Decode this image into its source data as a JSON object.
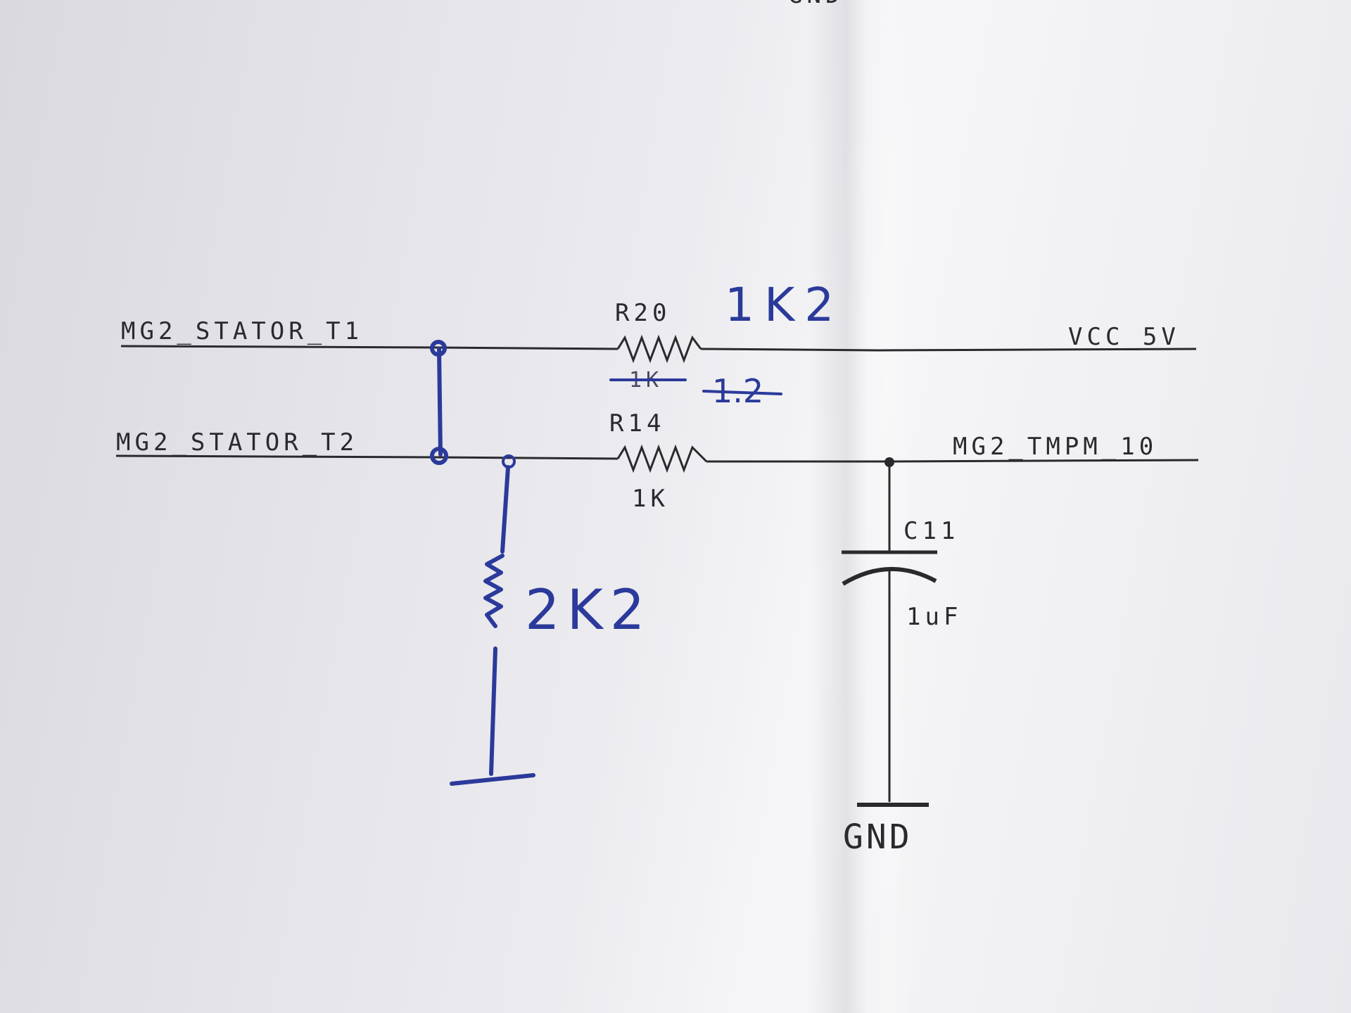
{
  "nets": {
    "stator_t1": "MG2_STATOR_T1",
    "stator_t2": "MG2_STATOR_T2",
    "vcc": "VCC_5V",
    "tmpm": "MG2_TMPM_10",
    "gnd_top_partial": "GND",
    "gnd": "GND"
  },
  "components": {
    "r20": {
      "ref": "R20",
      "value": "1K"
    },
    "r14": {
      "ref": "R14",
      "value": "1K"
    },
    "c11": {
      "ref": "C11",
      "value": "1uF"
    }
  },
  "annotations": {
    "r20_new_value": "1K2",
    "r20_scribble": "1.2",
    "added_resistor_value": "2K2"
  },
  "colors": {
    "ink": "#2a2a2e",
    "pen": "#2b3a9a"
  }
}
